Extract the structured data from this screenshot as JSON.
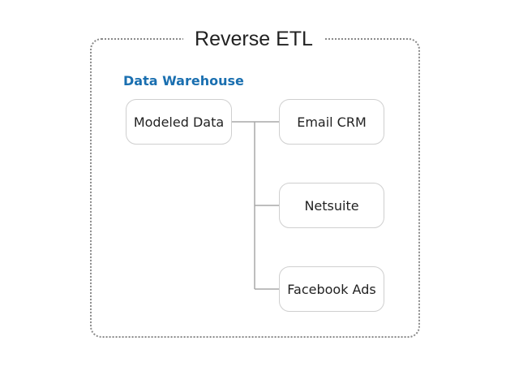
{
  "diagram": {
    "title": "Reverse ETL",
    "group_label": "Data Warehouse",
    "source": {
      "label": "Modeled Data"
    },
    "targets": [
      {
        "label": "Email CRM"
      },
      {
        "label": "Netsuite"
      },
      {
        "label": "Facebook Ads"
      }
    ]
  },
  "colors": {
    "group_label": "#1a6fb0",
    "connector": "#a8a8a8",
    "node_border": "#cfcfcf",
    "frame_border": "#8a8a8a"
  }
}
